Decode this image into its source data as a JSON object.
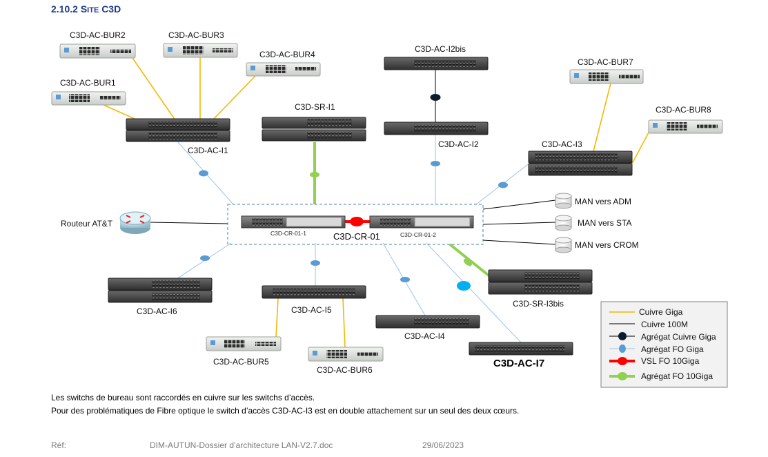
{
  "header": {
    "number": "2.10.2",
    "title_cap": "S",
    "title_small": "ITE",
    "title_end": "C3D"
  },
  "diagram": {
    "nodes": {
      "bur2": "C3D-AC-BUR2",
      "bur3": "C3D-AC-BUR3",
      "bur4": "C3D-AC-BUR4",
      "bur1": "C3D-AC-BUR1",
      "i1": "C3D-AC-I1",
      "sr_i1": "C3D-SR-I1",
      "i2bis": "C3D-AC-I2bis",
      "i2": "C3D-AC-I2",
      "bur7": "C3D-AC-BUR7",
      "bur8": "C3D-AC-BUR8",
      "i3": "C3D-AC-I3",
      "router": "Routeur AT&T",
      "core_1": "C3D-CR-01-1",
      "core": "C3D-CR-01",
      "core_2": "C3D-CR-01-2",
      "man_adm": "MAN vers ADM",
      "man_sta": "MAN vers STA",
      "man_crom": "MAN vers CROM",
      "i6": "C3D-AC-I6",
      "i5": "C3D-AC-I5",
      "i4": "C3D-AC-I4",
      "sr_i3bis": "C3D-SR-I3bis",
      "i7": "C3D-AC-I7",
      "bur5": "C3D-AC-BUR5",
      "bur6": "C3D-AC-BUR6"
    },
    "legend": [
      {
        "label": "Cuivre Giga",
        "type": "line",
        "color": "#f5b800"
      },
      {
        "label": "Cuivre 100M",
        "type": "line",
        "color": "#000000"
      },
      {
        "label": "Agrégat Cuivre Giga",
        "type": "dot",
        "color": "#0d1b2a"
      },
      {
        "label": "Agrégat FO Giga",
        "type": "dot",
        "color": "#5b9bd5"
      },
      {
        "label": "VSL FO 10Giga",
        "type": "thick",
        "color": "#ff0000"
      },
      {
        "label": "Agrégat FO 10Giga",
        "type": "thick",
        "color": "#92d050"
      }
    ]
  },
  "body_text": {
    "line1": "Les switchs de bureau sont raccordés en cuivre sur les switchs d’accès.",
    "line2": "Pour des problématiques de Fibre optique le switch d’accès C3D-AC-I3 est en double attachement sur un seul des deux cœurs."
  },
  "footer": {
    "ref": "Réf:",
    "doc": "DIM-AUTUN-Dossier d’architecture LAN-V2.7.doc",
    "date": "29/06/2023"
  }
}
